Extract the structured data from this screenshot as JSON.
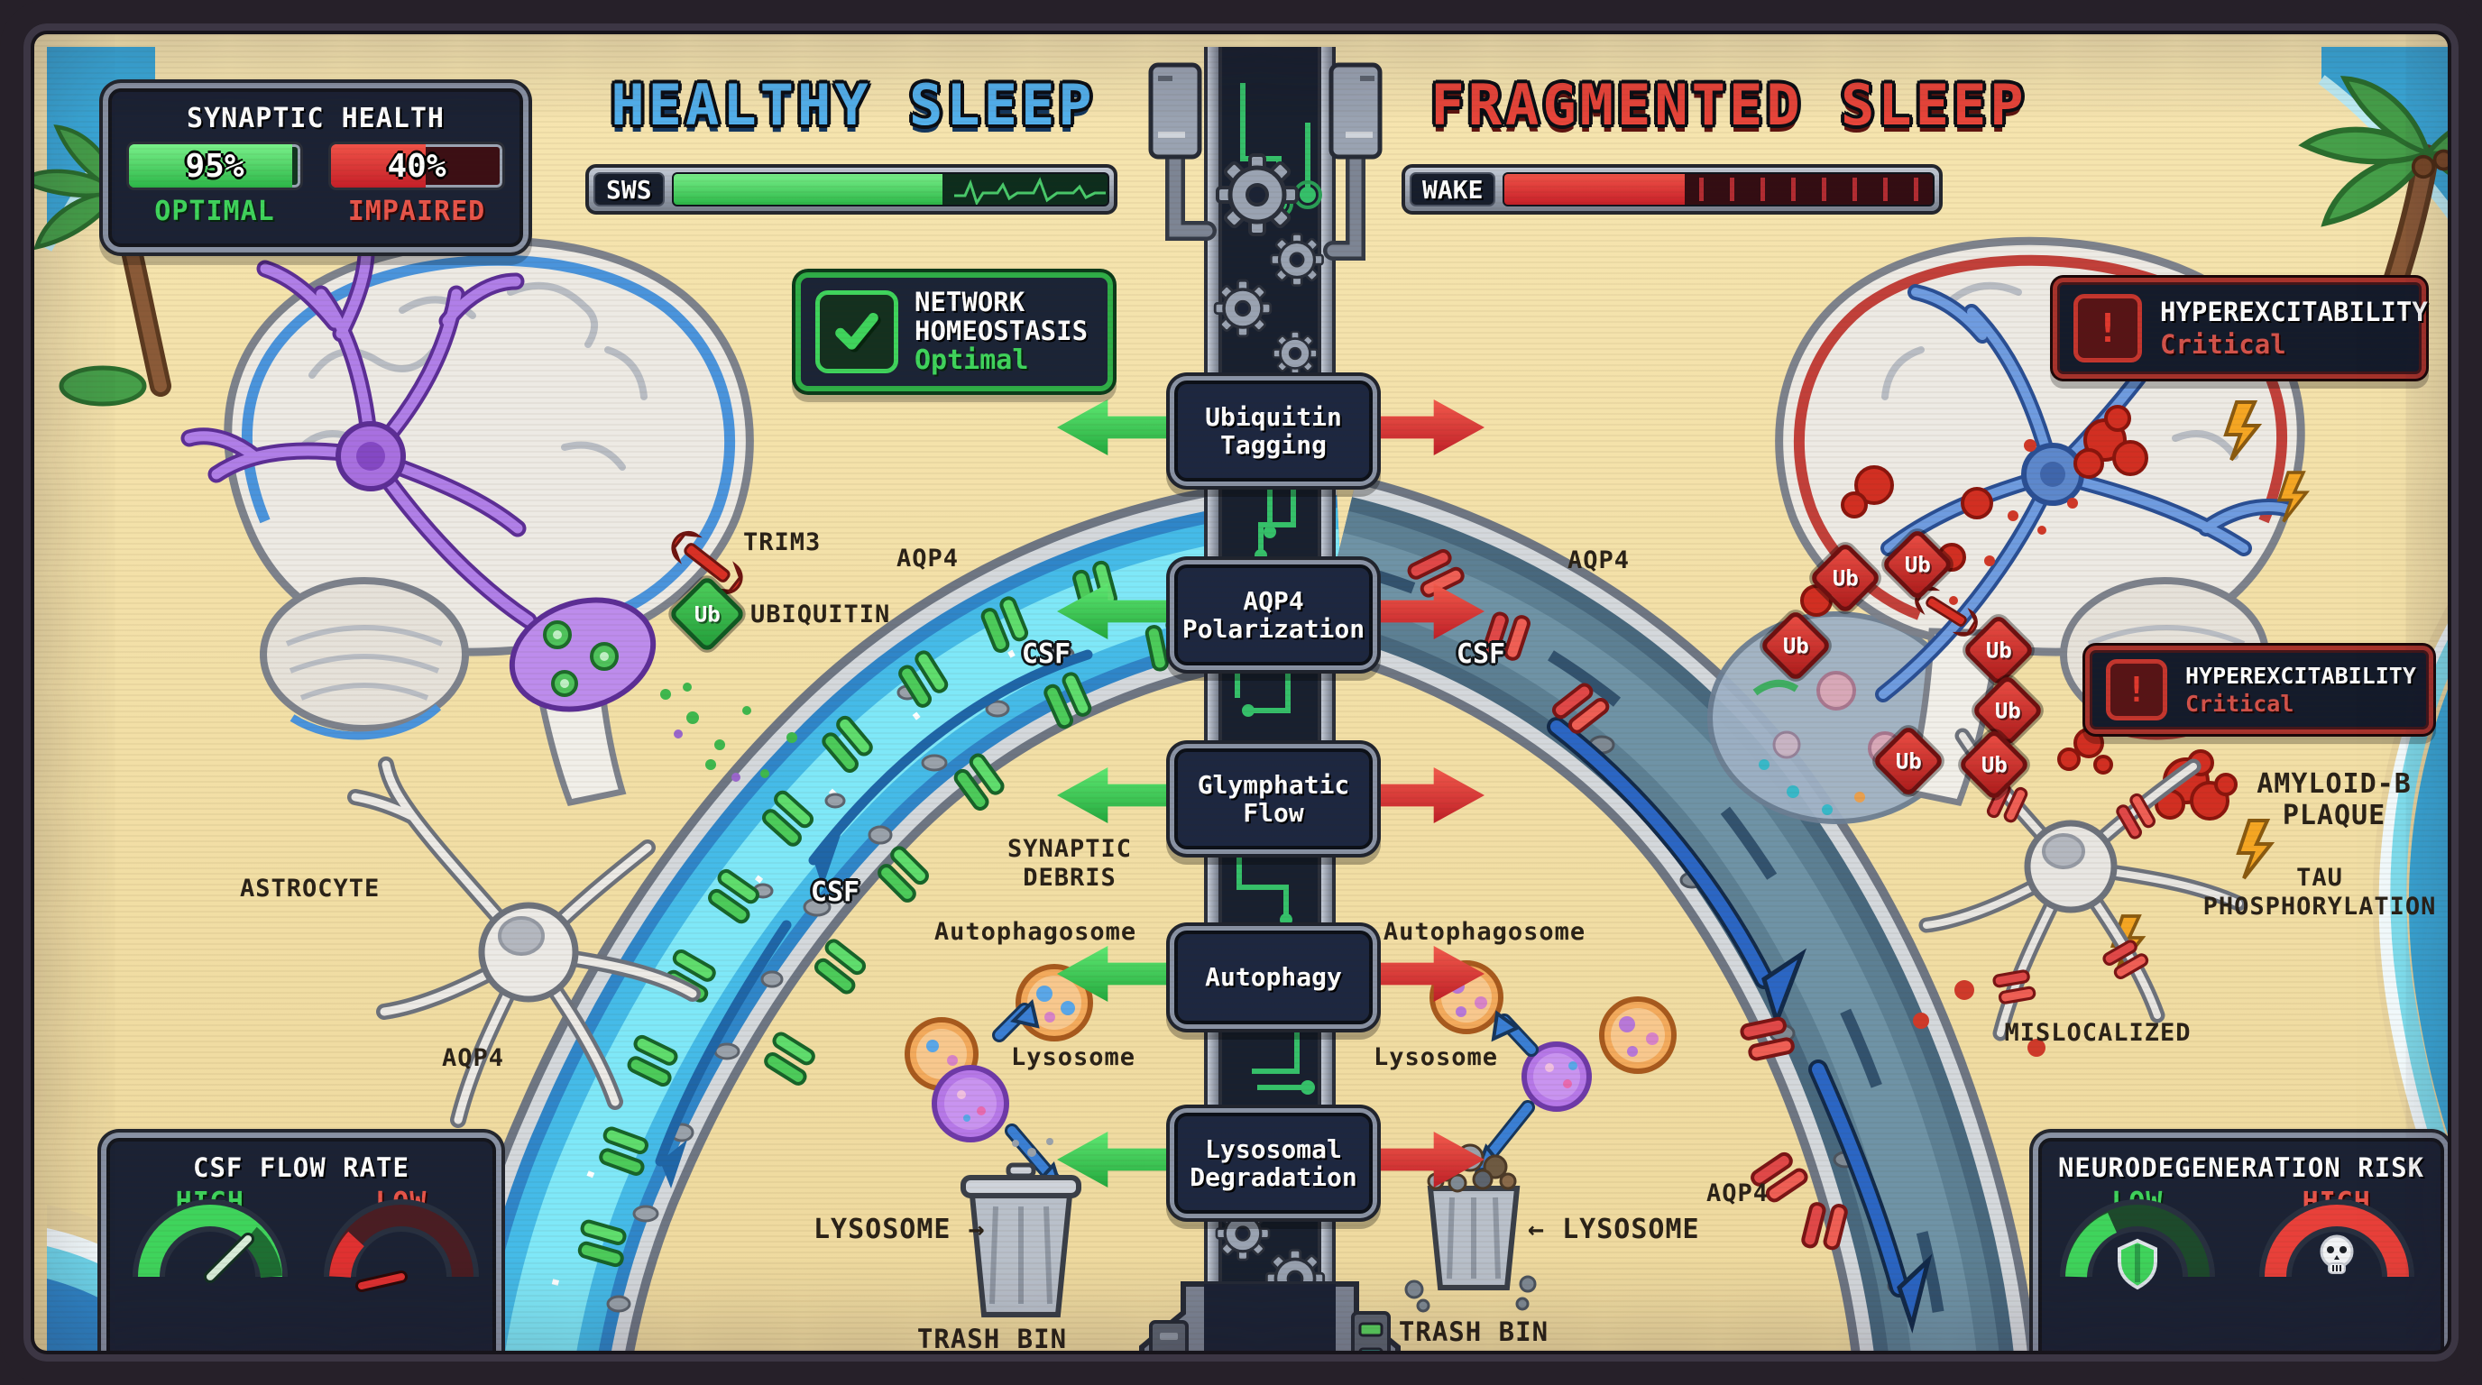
{
  "left": {
    "title": "HEALTHY SLEEP",
    "bar_label": "SWS",
    "synaptic_health": {
      "title": "SYNAPTIC HEALTH",
      "value_left": "95%",
      "status_left": "OPTIMAL",
      "value_right": "40%",
      "status_right": "IMPAIRED"
    },
    "network": {
      "line1": "NETWORK",
      "line2": "HOMEOSTASIS",
      "status": "Optimal"
    },
    "labels": {
      "trim3": "TRIM3",
      "ubiquitin": "UBIQUITIN",
      "aqp4_top": "AQP4",
      "csf_upper": "CSF",
      "astrocyte": "ASTROCYTE",
      "csf_lower": "CSF",
      "debris1": "SYNAPTIC",
      "debris2": "DEBRIS",
      "autophagosome": "Autophagosome",
      "lysosome": "Lysosome",
      "aqp4_bottom": "AQP4",
      "lysosome_pointer": "LYSOSOME →",
      "trash_bin": "TRASH BIN"
    },
    "gauge": {
      "title": "CSF FLOW RATE",
      "left_status": "HIGH",
      "right_status": "LOW"
    }
  },
  "right": {
    "title": "FRAGMENTED SLEEP",
    "bar_label": "WAKE",
    "alert": {
      "icon": "!",
      "title": "HYPEREXCITABILITY",
      "status": "Critical"
    },
    "labels": {
      "aqp4_top": "AQP4",
      "csf": "CSF",
      "amyloid1": "AMYLOID-B",
      "amyloid2": "PLAQUE",
      "tau1": "TAU",
      "tau2": "PHOSPHORYLATION",
      "mislocalized": "MISLOCALIZED",
      "autophagosome": "Autophagosome",
      "lysosome": "Lysosome",
      "lysosome_pointer": "← LYSOSOME",
      "trash_bin": "TRASH BIN",
      "aqp4_bottom": "AQP4"
    },
    "gauge": {
      "title": "NEURODEGENERATION RISK",
      "left_status": "LOW",
      "right_status": "HIGH"
    }
  },
  "center": {
    "processes": [
      {
        "line1": "Ubiquitin",
        "line2": "Tagging"
      },
      {
        "line1": "AQP4",
        "line2": "Polarization"
      },
      {
        "line1": "Glymphatic",
        "line2": "Flow"
      },
      {
        "line1": "Autophagy",
        "line2": ""
      },
      {
        "line1": "Lysosomal",
        "line2": "Degradation"
      }
    ]
  },
  "badges": {
    "ub": "Ub"
  },
  "colors": {
    "healthy_accent": "#53b0ec",
    "fragmented_accent": "#e8453a",
    "good_green": "#3fd45c",
    "bad_red": "#e03131",
    "csf_cyan": "#7fe8f8",
    "sand": "#f2dfa6",
    "panel_navy": "#1b2234"
  }
}
